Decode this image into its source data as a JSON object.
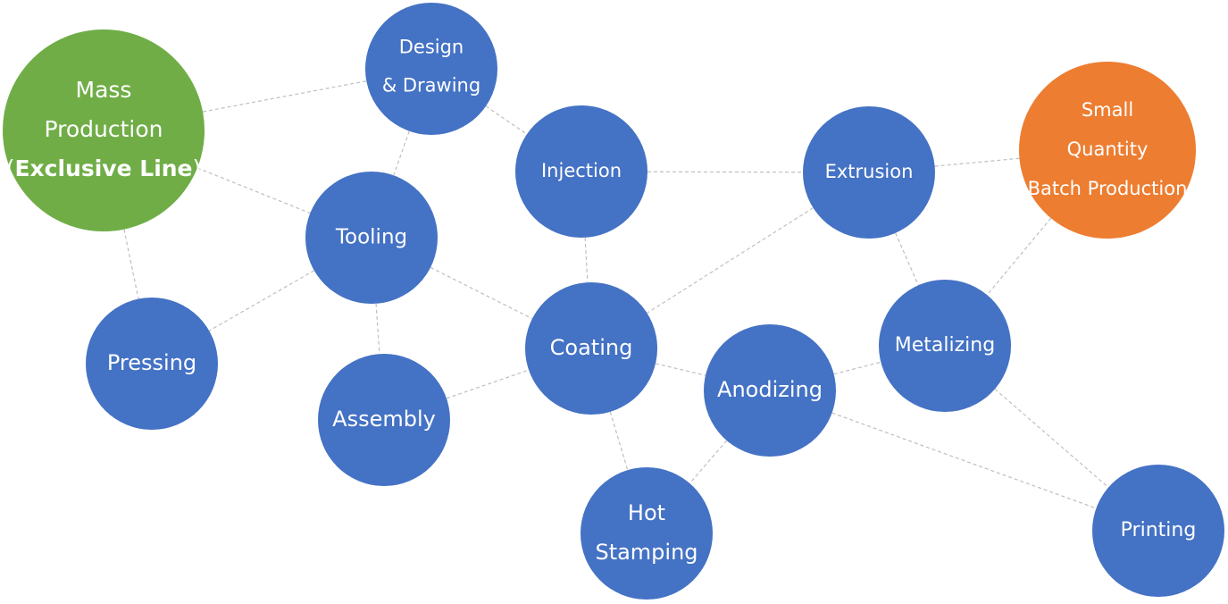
{
  "colors": {
    "node_blue": "#4472c4",
    "node_green": "#70ad47",
    "node_orange": "#ed7d31",
    "edge_gray": "#bfbfbf",
    "text_white": "#ffffff"
  },
  "nodes": [
    {
      "id": "mass-production",
      "color": "green",
      "lines": [
        {
          "text": "Mass"
        },
        {
          "text": "Production"
        },
        {
          "text": "(",
          "parts": [
            {
              "text": "(",
              "bold": false
            },
            {
              "text": "Exclusive Line",
              "bold": true
            },
            {
              "text": ")",
              "bold": false
            }
          ]
        }
      ]
    },
    {
      "id": "design-drawing",
      "color": "blue",
      "lines": [
        {
          "text": "Design"
        },
        {
          "text": "& Drawing"
        }
      ]
    },
    {
      "id": "tooling",
      "color": "blue",
      "lines": [
        {
          "text": "Tooling"
        }
      ]
    },
    {
      "id": "injection",
      "color": "blue",
      "lines": [
        {
          "text": "Injection"
        }
      ]
    },
    {
      "id": "extrusion",
      "color": "blue",
      "lines": [
        {
          "text": "Extrusion"
        }
      ]
    },
    {
      "id": "small-quantity",
      "color": "orange",
      "lines": [
        {
          "text": "Small"
        },
        {
          "text": "Quantity"
        },
        {
          "text": "Batch Production"
        }
      ]
    },
    {
      "id": "pressing",
      "color": "blue",
      "lines": [
        {
          "text": "Pressing"
        }
      ]
    },
    {
      "id": "assembly",
      "color": "blue",
      "lines": [
        {
          "text": "Assembly"
        }
      ]
    },
    {
      "id": "coating",
      "color": "blue",
      "lines": [
        {
          "text": "Coating"
        }
      ]
    },
    {
      "id": "anodizing",
      "color": "blue",
      "lines": [
        {
          "text": "Anodizing"
        }
      ]
    },
    {
      "id": "metalizing",
      "color": "blue",
      "lines": [
        {
          "text": "Metalizing"
        }
      ]
    },
    {
      "id": "hot-stamping",
      "color": "blue",
      "lines": [
        {
          "text": "Hot"
        },
        {
          "text": "Stamping"
        }
      ]
    },
    {
      "id": "printing",
      "color": "blue",
      "lines": [
        {
          "text": "Printing"
        }
      ]
    }
  ],
  "edges": [
    [
      "mass-production",
      "design-drawing"
    ],
    [
      "mass-production",
      "tooling"
    ],
    [
      "mass-production",
      "pressing"
    ],
    [
      "design-drawing",
      "tooling"
    ],
    [
      "design-drawing",
      "injection"
    ],
    [
      "tooling",
      "pressing"
    ],
    [
      "tooling",
      "assembly"
    ],
    [
      "tooling",
      "coating"
    ],
    [
      "injection",
      "extrusion"
    ],
    [
      "injection",
      "coating"
    ],
    [
      "extrusion",
      "small-quantity"
    ],
    [
      "extrusion",
      "coating"
    ],
    [
      "extrusion",
      "metalizing"
    ],
    [
      "small-quantity",
      "metalizing"
    ],
    [
      "assembly",
      "coating"
    ],
    [
      "coating",
      "anodizing"
    ],
    [
      "coating",
      "hot-stamping"
    ],
    [
      "anodizing",
      "metalizing"
    ],
    [
      "anodizing",
      "hot-stamping"
    ],
    [
      "anodizing",
      "printing"
    ],
    [
      "metalizing",
      "printing"
    ]
  ]
}
